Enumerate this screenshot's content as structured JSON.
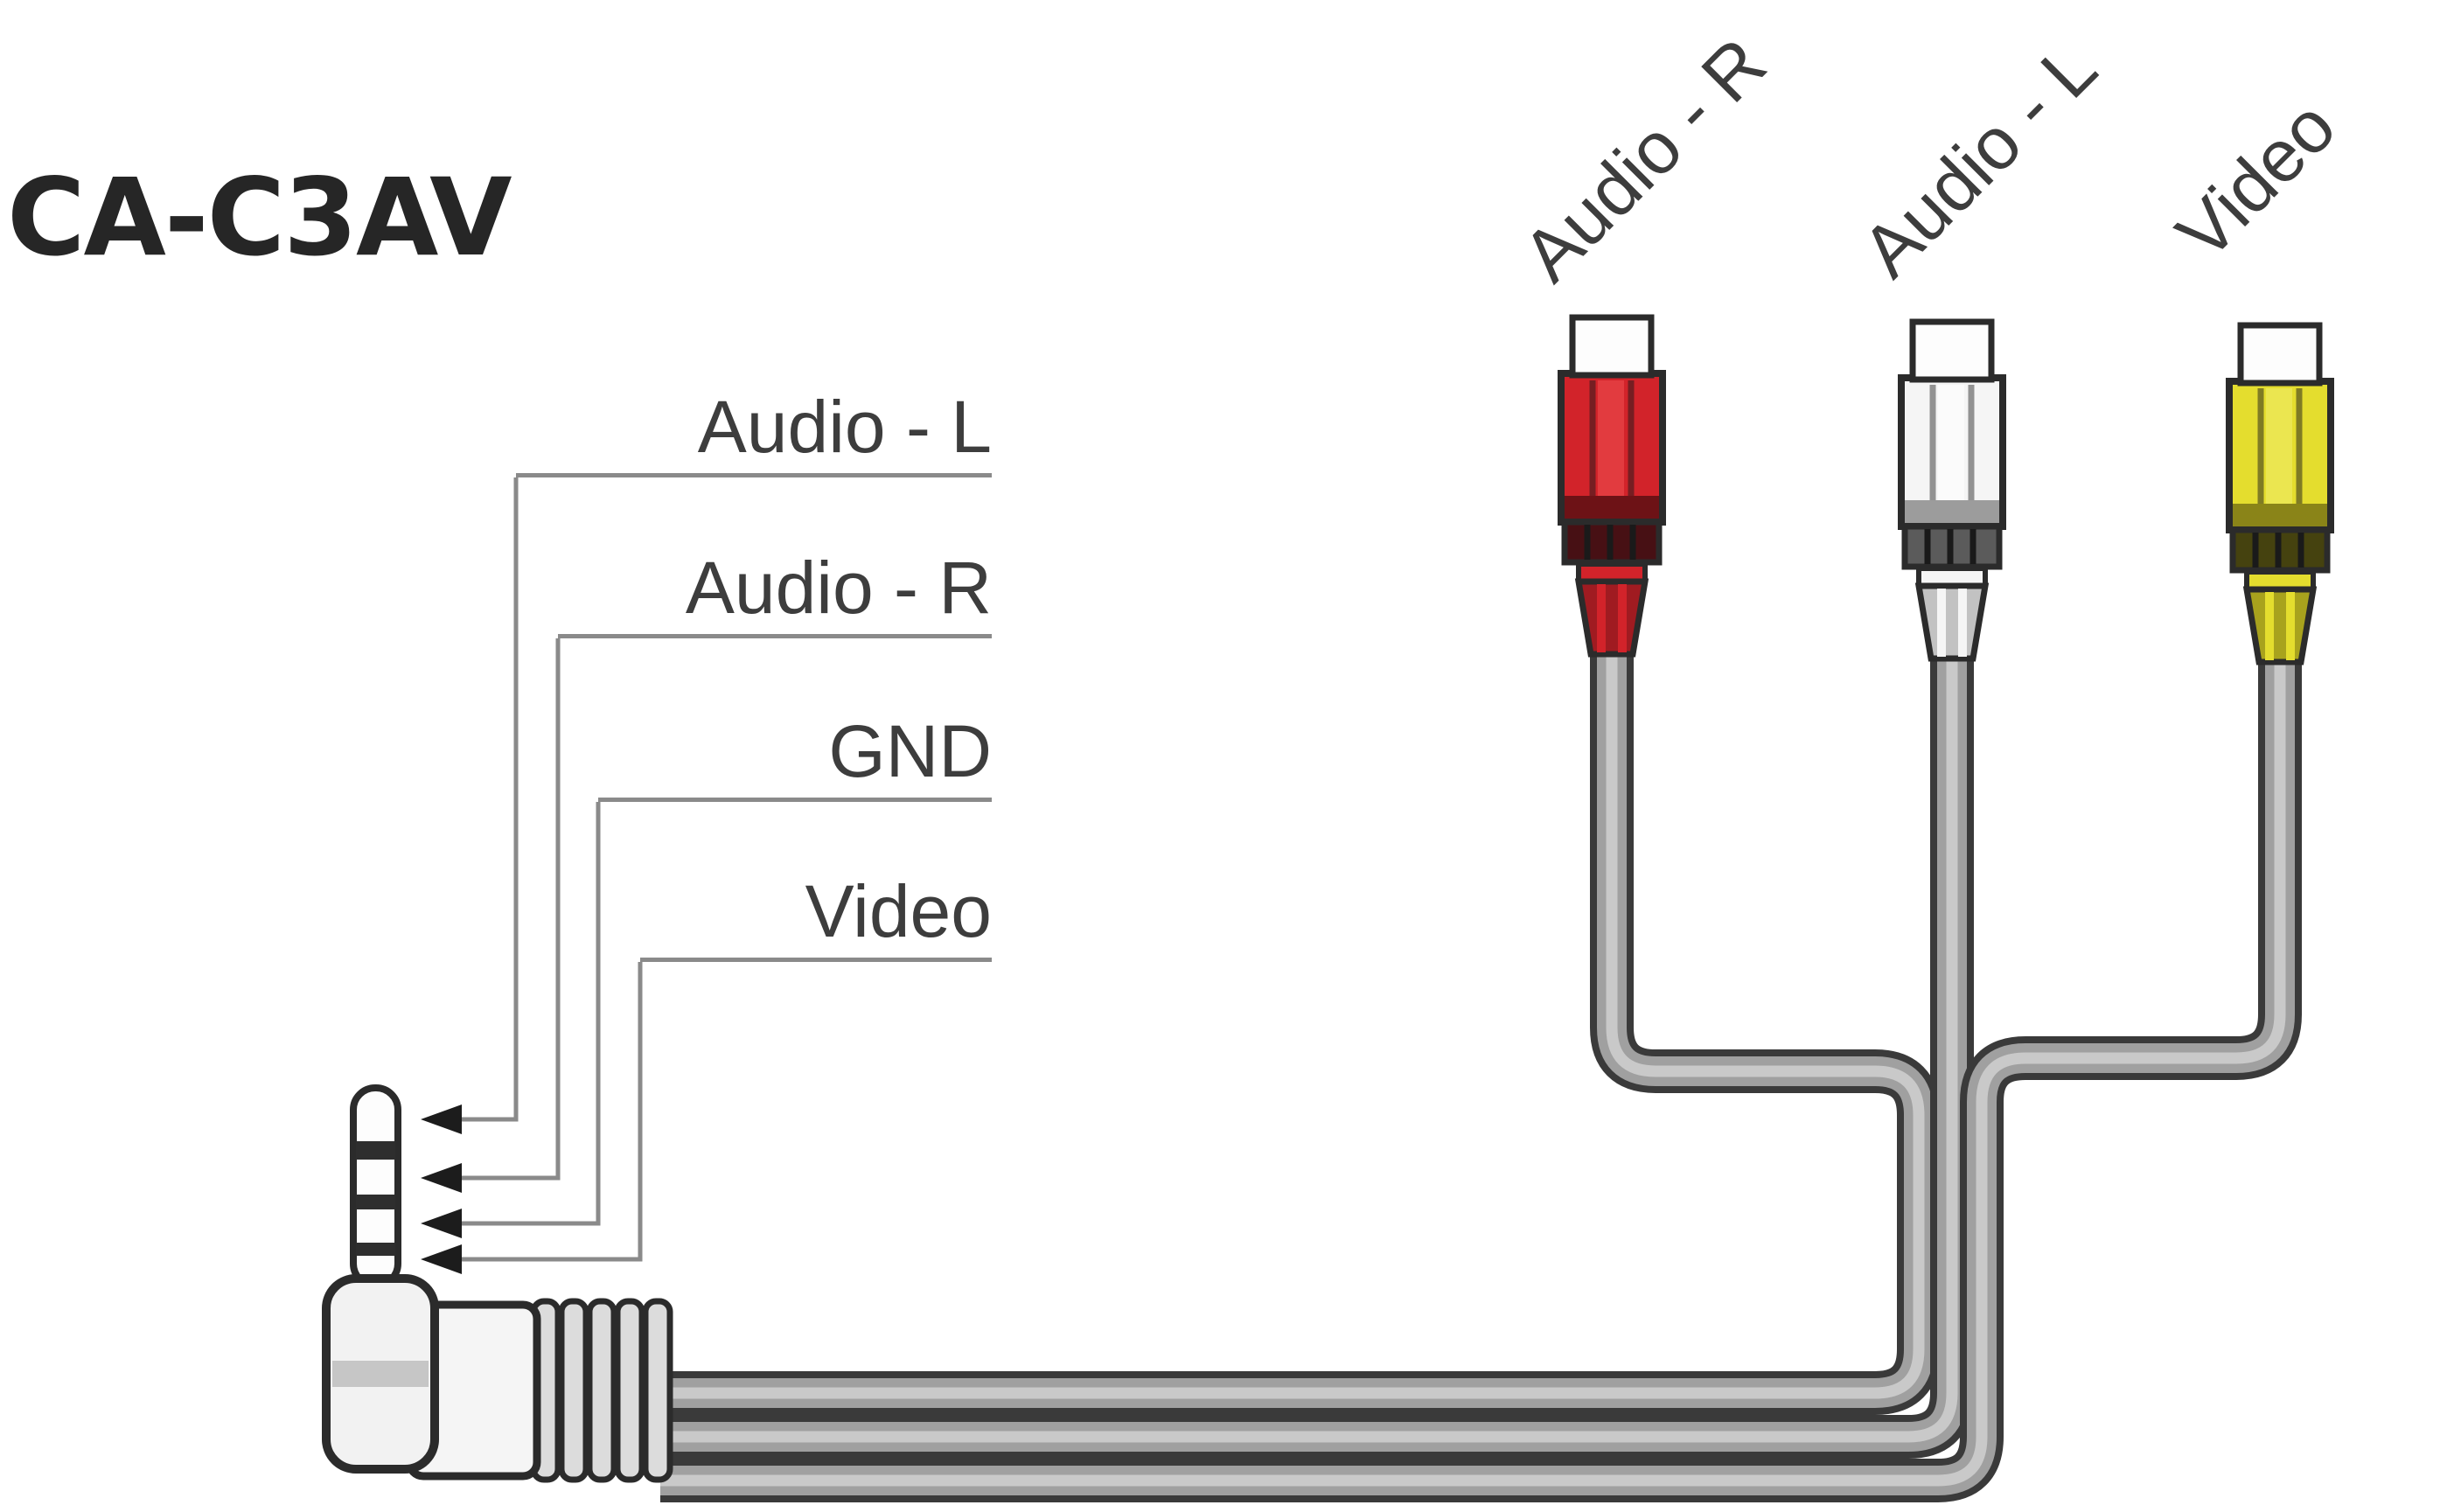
{
  "title": "CA-C3AV",
  "jack": {
    "description": "3.5mm 4-pole right-angle plug",
    "pin_labels": [
      {
        "text": "Audio - L"
      },
      {
        "text": "Audio - R"
      },
      {
        "text": "GND"
      },
      {
        "text": "Video"
      }
    ]
  },
  "rca_plugs": [
    {
      "text": "Audio - R",
      "color_name": "red"
    },
    {
      "text": "Audio - L",
      "color_name": "white"
    },
    {
      "text": "Video",
      "color_name": "yellow"
    }
  ],
  "connectors": {
    "red": {
      "body": "#d2232a",
      "stripe": "#ee5050",
      "shade": "#6d1216",
      "ferrule": "#471014",
      "neck": "#a01b21"
    },
    "white": {
      "body": "#f5f5f5",
      "stripe": "#ffffff",
      "shade": "#9c9c9c",
      "ferrule": "#5b5b5b",
      "neck": "#c2c2c2"
    },
    "yellow": {
      "body": "#e4dd2e",
      "stripe": "#f1ec6e",
      "shade": "#8a8418",
      "ferrule": "#45420f",
      "neck": "#a8a21d"
    }
  },
  "colors": {
    "outline": "#2b2b2b",
    "callout_line": "#8a8a8a",
    "arrow": "#1c1c1c",
    "label_text": "#3d3d3d",
    "title_text": "#262626",
    "cable_dark": "#3a3a3a",
    "cable_mid": "#a0a0a0",
    "cable_core": "#c9c9c9",
    "plug_body_fill": "#f2f2f2",
    "plug_boot_fill": "#f5f5f5",
    "plug_band": "#c6c6c6",
    "relief_backing": "#8f8f8f",
    "relief_rib": "#dcdcdc"
  }
}
